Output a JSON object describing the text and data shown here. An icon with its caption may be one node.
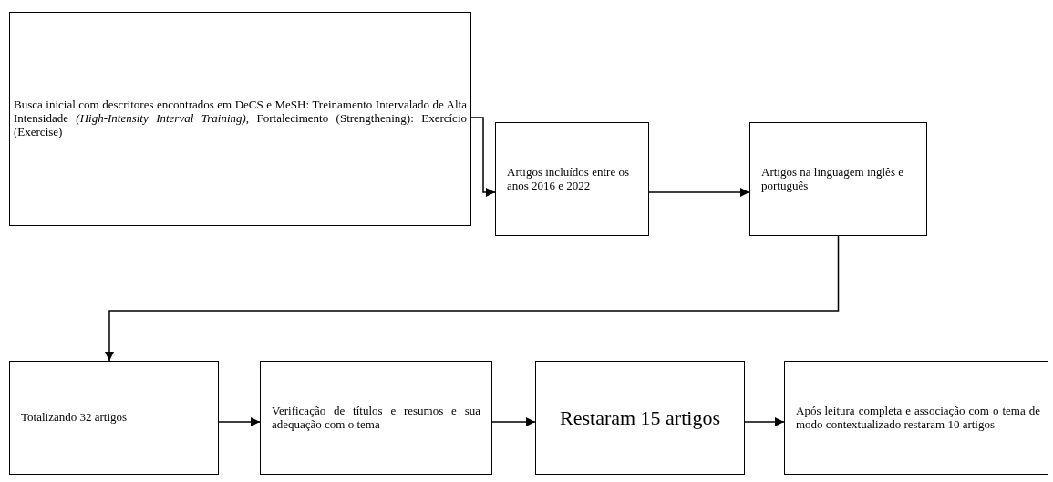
{
  "diagram": {
    "nodes": [
      {
        "text": [
          "Busca inicial com descritores encontrados em DeCS e MeSH: Treinamento Intervalado de Alta Intensidade *(High-Intensity Interval Training)*, Fortalecimento (Strengthening): Exercício (Exercise)"
        ]
      },
      {
        "text": [
          "Artigos incluídos entre os anos 2016 e 2022"
        ]
      },
      {
        "text": [
          "Artigos na linguagem inglês e português"
        ]
      },
      {
        "text": [
          "Totalizando 32 artigos"
        ]
      },
      {
        "text": [
          "Verificação de títulos e resumos e sua adequação com o tema"
        ]
      },
      {
        "text": [
          "Restaram 15 artigos"
        ]
      },
      {
        "text": [
          "Após leitura completa e associação com o tema de modo contextualizado restaram 10 artigos"
        ]
      }
    ],
    "edges": [
      {
        "from": 0,
        "to": 1,
        "arrow": "to"
      },
      {
        "from": 1,
        "to": 2,
        "arrow": "to"
      },
      {
        "from": 2,
        "to": 3,
        "arrow": "to"
      },
      {
        "from": 3,
        "to": 4,
        "arrow": "to"
      },
      {
        "from": 4,
        "to": 5,
        "arrow": "to"
      },
      {
        "from": 5,
        "to": 6,
        "arrow": "to"
      }
    ]
  }
}
